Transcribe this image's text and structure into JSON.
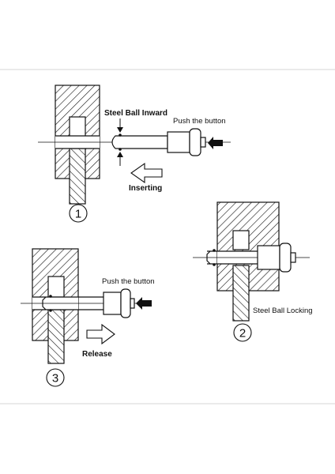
{
  "steps": [
    {
      "number": "1",
      "labels": {
        "steel_ball": "Steel Ball Inward",
        "push": "Push the button",
        "action": "Inserting"
      }
    },
    {
      "number": "2",
      "labels": {
        "steel_ball": "Steel Ball Locking"
      }
    },
    {
      "number": "3",
      "labels": {
        "push": "Push the button",
        "action": "Release"
      }
    }
  ],
  "colors": {
    "ink": "#111111",
    "background": "#ffffff",
    "frame": "#cccccc"
  }
}
